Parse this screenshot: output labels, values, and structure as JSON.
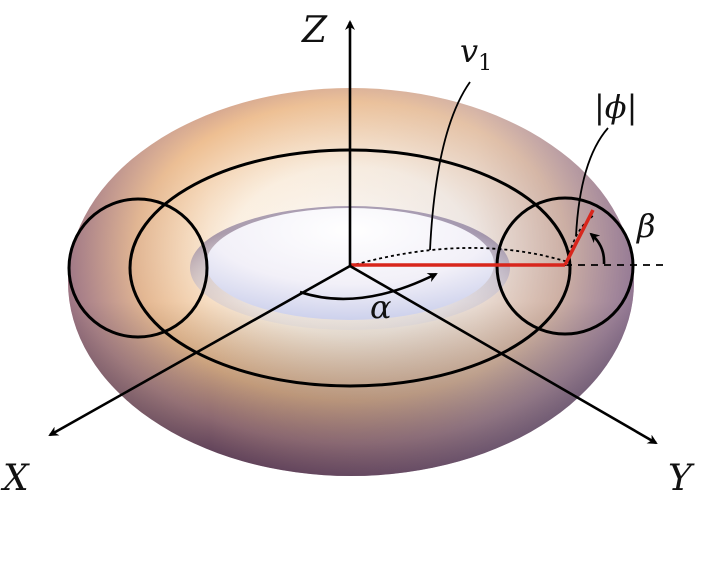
{
  "labels": {
    "z_axis": "Z",
    "x_axis": "X",
    "y_axis": "Y",
    "alpha": "α",
    "beta": "β",
    "v_symbol": "v",
    "v_subscript": "1",
    "phi_abs": "|ϕ|"
  },
  "colors": {
    "axis": "#000000",
    "radius_line": "#d8261c",
    "circle_stroke": "#000000",
    "torus_light": "#fbf4ea",
    "torus_warm": "#e8b27c",
    "torus_cool": "#c2c8e6",
    "torus_dark": "#5b3c5e"
  }
}
